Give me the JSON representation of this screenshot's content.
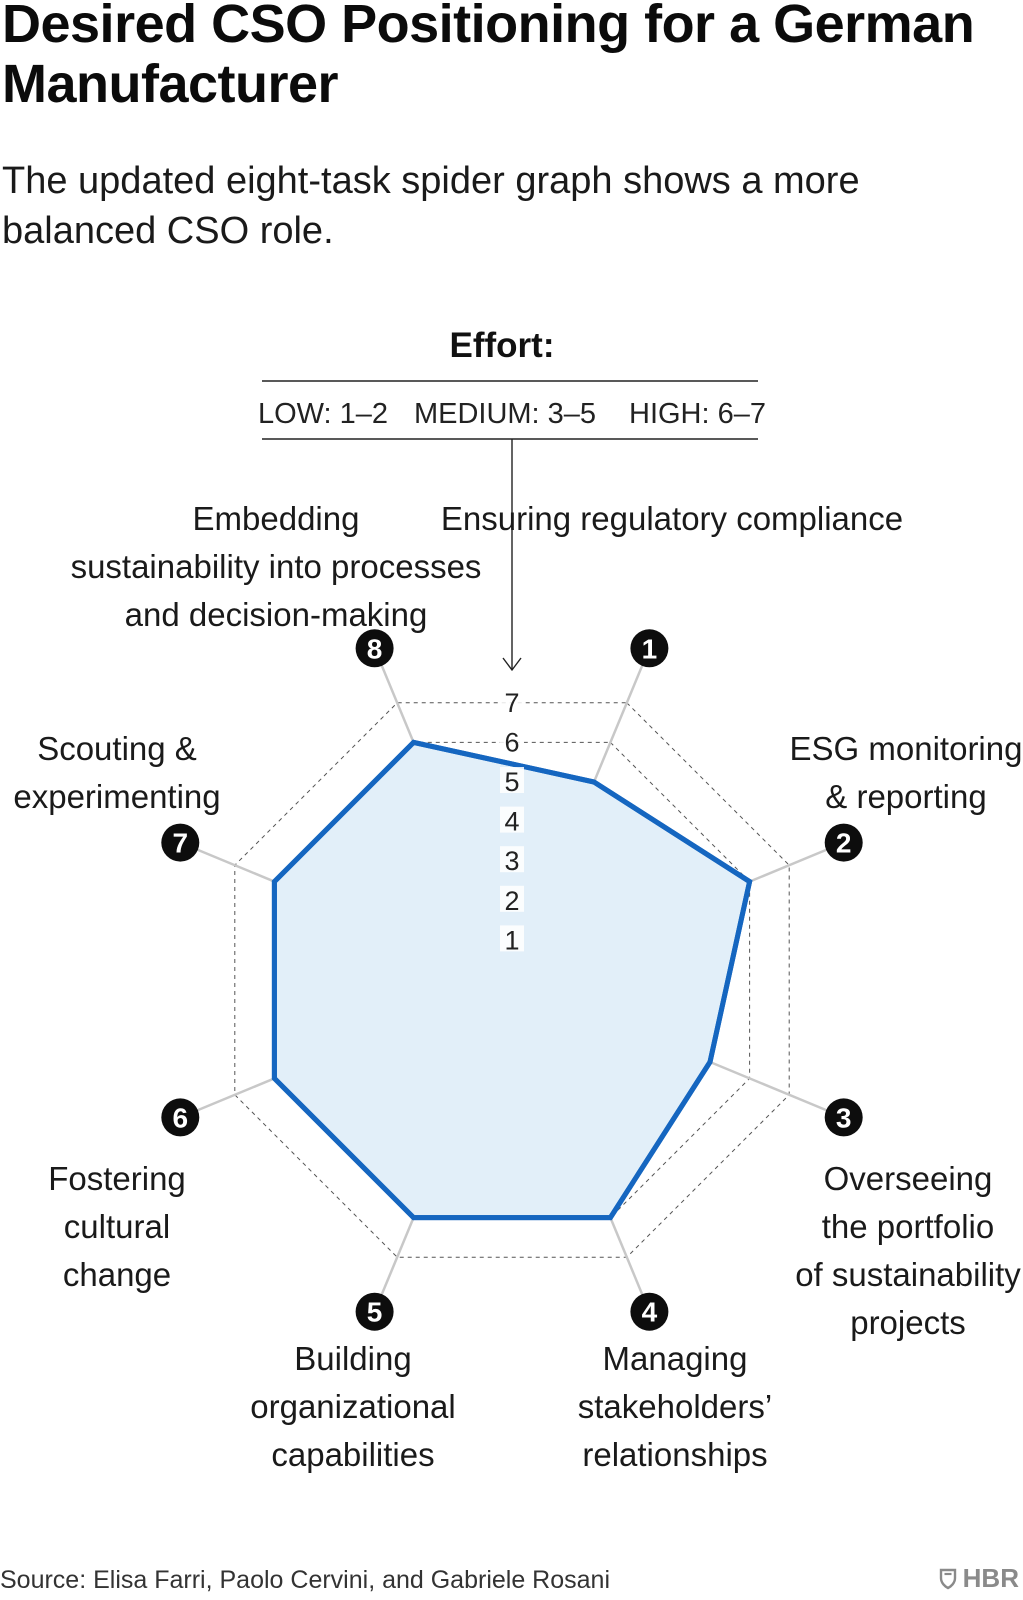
{
  "title": "Desired CSO Positioning for a German Manufacturer",
  "subtitle": "The updated eight-task spider graph shows a more balanced CSO role.",
  "legend": {
    "heading": "Effort:",
    "low": "LOW: 1–2",
    "medium": "MEDIUM: 3–5",
    "high": "HIGH: 6–7"
  },
  "colors": {
    "series_line": "#1566c0",
    "series_fill": "#e2eff9",
    "grid": "#555555",
    "spokes": "#c8c8c8",
    "badge": "#0d0d0d"
  },
  "chart_data": {
    "type": "radar",
    "title": "Desired CSO Positioning for a German Manufacturer",
    "scale": {
      "min": 0,
      "max": 7,
      "ticks": [
        "1",
        "2",
        "3",
        "4",
        "5",
        "6",
        "7"
      ]
    },
    "axes": [
      {
        "number": "1",
        "label": "Ensuring regulatory compliance"
      },
      {
        "number": "2",
        "label": "ESG monitoring & reporting"
      },
      {
        "number": "3",
        "label": "Overseeing the portfolio of sustainability projects"
      },
      {
        "number": "4",
        "label": "Managing stakeholders’ relationships"
      },
      {
        "number": "5",
        "label": "Building organizational capabilities"
      },
      {
        "number": "6",
        "label": "Fostering cultural change"
      },
      {
        "number": "7",
        "label": "Scouting & experimenting"
      },
      {
        "number": "8",
        "label": "Embedding sustainability into processes and decision-making"
      }
    ],
    "series": [
      {
        "values": [
          5,
          6,
          5,
          6,
          6,
          6,
          6,
          6
        ]
      }
    ],
    "grid": true
  },
  "footer": {
    "source": "Source: Elisa Farri, Paolo Cervini, and Gabriele Rosani",
    "brand": "HBR"
  }
}
